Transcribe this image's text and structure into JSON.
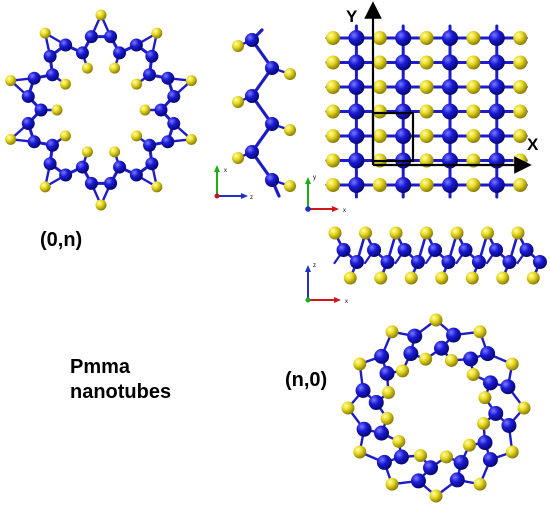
{
  "labels": {
    "tube_0n": "(0,n)",
    "tube_n0": "(n,0)",
    "title_line1": "Pmma",
    "title_line2": "nanotubes"
  },
  "sheet_axes": {
    "x": "X",
    "y": "Y"
  },
  "small_axes": {
    "side_view": {
      "vertical": "x",
      "horizontal": "z"
    },
    "top_view": {
      "vertical": "y",
      "horizontal": "x"
    },
    "bottom_view": {
      "vertical": "z",
      "horizontal": "x"
    }
  },
  "colors": {
    "atom_a": "#1a1ad6",
    "atom_b": "#e8d81e",
    "bond": "#1c1cc8",
    "axis_red": "#d01818",
    "axis_green": "#18b018",
    "axis_blue": "#2030c8"
  }
}
